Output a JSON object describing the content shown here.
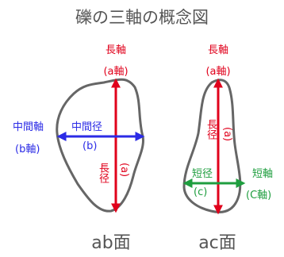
{
  "title": "礫の三軸の概念図",
  "ab_face": {
    "label": "ab面",
    "long_axis": "長軸",
    "long_axis_sub": "(a軸)",
    "long_diameter": "長径",
    "long_diameter_sub": "(a)",
    "mid_axis": "中間軸",
    "mid_axis_sub": "(b軸)",
    "mid_diameter": "中間径",
    "mid_diameter_sub": "(b)"
  },
  "ac_face": {
    "label": "ac面",
    "long_axis": "長軸",
    "long_axis_sub": "(a軸)",
    "long_diameter": "長径",
    "long_diameter_sub": "(a)",
    "short_axis": "短軸",
    "short_axis_sub": "(C軸)",
    "short_diameter": "短径",
    "short_diameter_sub": "(c)"
  },
  "colors": {
    "long": "#e0001b",
    "intermediate": "#2b2be6",
    "short": "#1f9e3f",
    "outline": "#666666"
  }
}
